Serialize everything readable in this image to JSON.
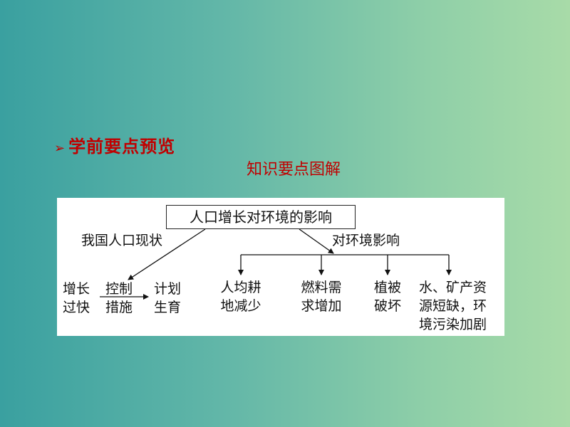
{
  "heading": {
    "arrow": "➢",
    "text": "学前要点预览"
  },
  "subtitle": "知识要点图解",
  "diagram": {
    "root": "人口增长对环境的影响",
    "left_branch_label": "我国人口现状",
    "right_branch_label": "对环境影响",
    "status": [
      "增长",
      "过快"
    ],
    "measure_label": [
      "控制",
      "措施"
    ],
    "measure": [
      "计划",
      "生育"
    ],
    "effects": [
      [
        "人均耕",
        "地减少"
      ],
      [
        "燃料需",
        "求增加"
      ],
      [
        "植被",
        "破坏"
      ],
      [
        "水、矿产资",
        "源短缺，环",
        "境污染加剧"
      ]
    ]
  }
}
